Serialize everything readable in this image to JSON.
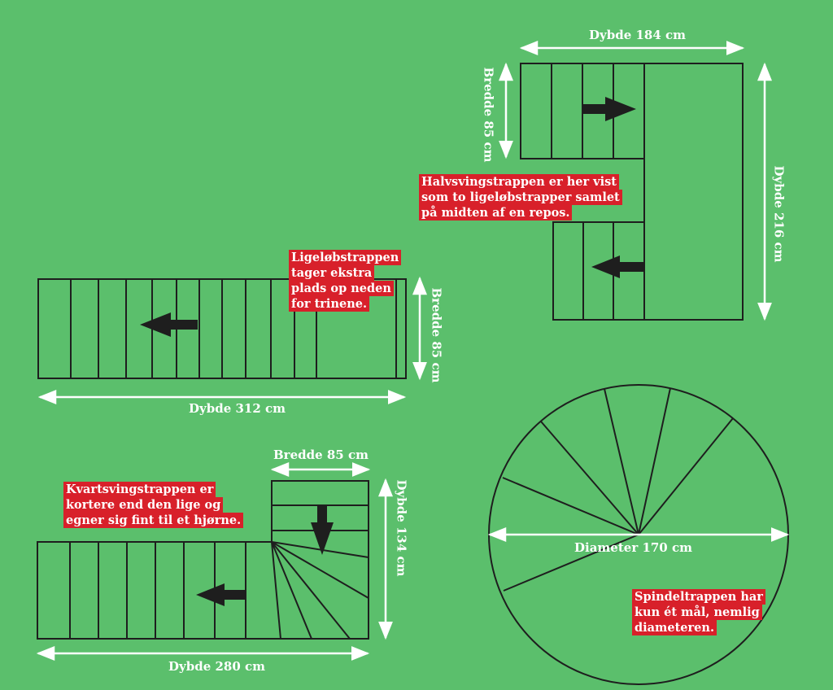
{
  "colors": {
    "background": "#5bbf6c",
    "stroke": "#1e1e1e",
    "dimension": "#ffffff",
    "callout": "#d8202a"
  },
  "straight": {
    "depth_label": "Dybde 312 cm",
    "width_label": "Bredde 85 cm",
    "note": [
      "Ligeløbstrappen",
      "tager ekstra",
      "plads op neden",
      "for trinene."
    ]
  },
  "half_turn": {
    "depth_top_label": "Dybde 184 cm",
    "width_label": "Bredde 85 cm",
    "depth_side_label": "Dybde 216 cm",
    "note": [
      "Halvsvingstrappen er her vist",
      "som to ligeløbstrapper samlet",
      "på midten af en repos."
    ]
  },
  "quarter_turn": {
    "width_label": "Bredde 85 cm",
    "depth_side_label": "Dybde 134 cm",
    "depth_bottom_label": "Dybde 280 cm",
    "note": [
      "Kvartsvingstrappen er",
      "kortere end den lige og",
      "egner sig fint til et hjørne."
    ]
  },
  "spiral": {
    "diameter_label": "Diameter 170 cm",
    "note": [
      "Spindeltrappen har",
      "kun ét mål, nemlig",
      "diameteren."
    ]
  }
}
